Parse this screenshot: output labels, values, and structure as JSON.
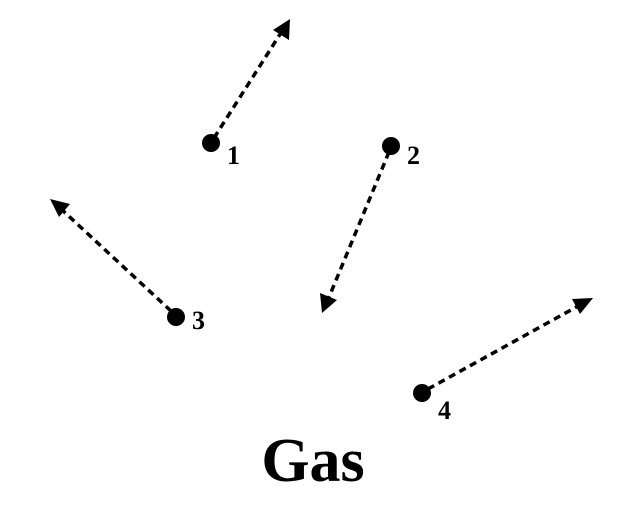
{
  "title": "Gas",
  "particles": [
    {
      "label": "1"
    },
    {
      "label": "2"
    },
    {
      "label": "3"
    },
    {
      "label": "4"
    }
  ],
  "colors": {
    "ink": "#000000",
    "background": "#ffffff"
  }
}
